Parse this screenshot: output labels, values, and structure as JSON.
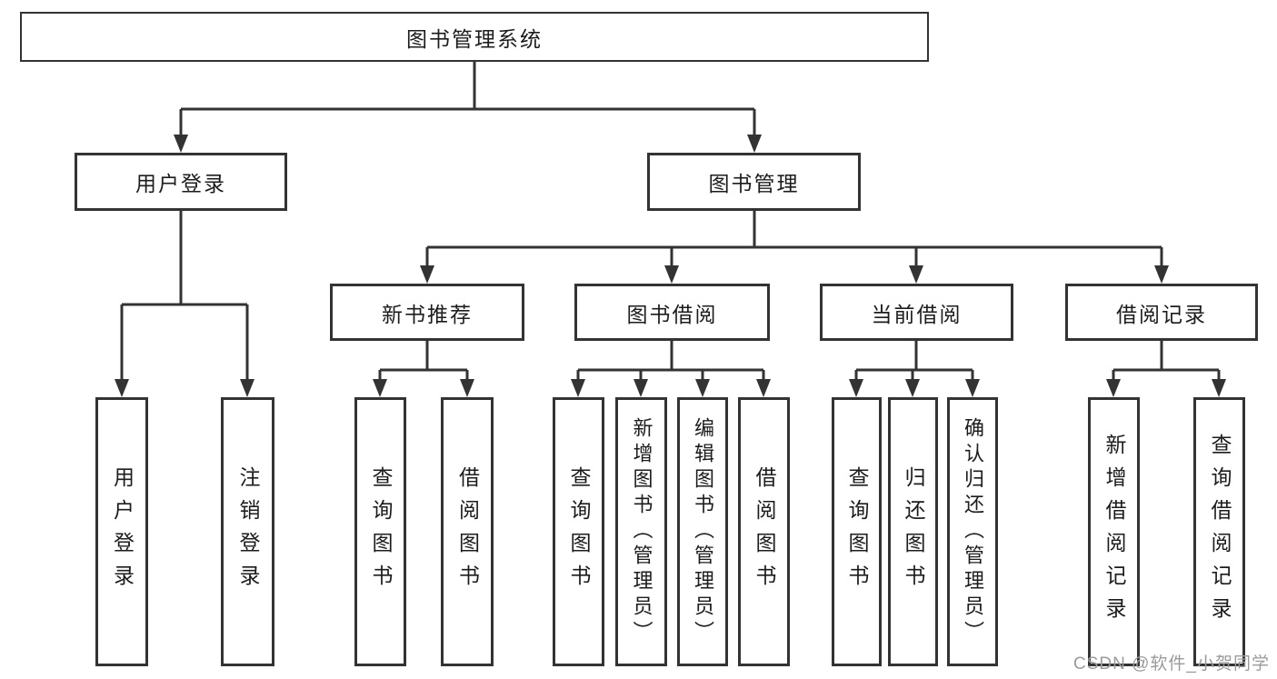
{
  "diagram": {
    "root": {
      "label": "图书管理系统"
    },
    "branches": [
      {
        "label": "用户登录",
        "children": [
          {
            "label": "用户登录"
          },
          {
            "label": "注销登录"
          }
        ]
      },
      {
        "label": "图书管理",
        "children": [
          {
            "label": "新书推荐",
            "children": [
              {
                "label": "查询图书"
              },
              {
                "label": "借阅图书"
              }
            ]
          },
          {
            "label": "图书借阅",
            "children": [
              {
                "label": "查询图书"
              },
              {
                "label": "新增图书（管理员）"
              },
              {
                "label": "编辑图书（管理员）"
              },
              {
                "label": "借阅图书"
              }
            ]
          },
          {
            "label": "当前借阅",
            "children": [
              {
                "label": "查询图书"
              },
              {
                "label": "归还图书"
              },
              {
                "label": "确认归还（管理员）"
              }
            ]
          },
          {
            "label": "借阅记录",
            "children": [
              {
                "label": "新增借阅记录"
              },
              {
                "label": "查询借阅记录"
              }
            ]
          }
        ]
      }
    ]
  },
  "watermark": {
    "text": "CSDN @软件_小贺同学"
  },
  "colors": {
    "line": "#333333",
    "text": "#1c1c1c",
    "watermark": "#9b9b9b",
    "background": "#ffffff"
  }
}
